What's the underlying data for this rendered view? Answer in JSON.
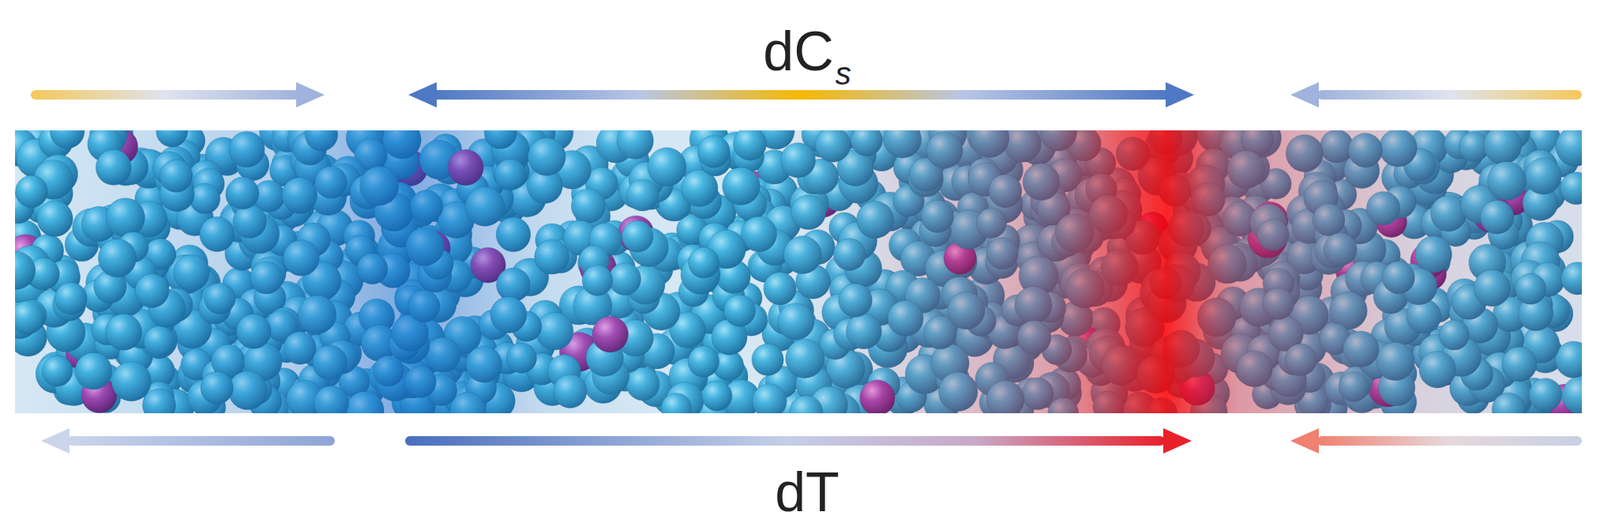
{
  "diagram": {
    "labels": [
      "dC",
      "s",
      "dT"
    ]
  }
}
